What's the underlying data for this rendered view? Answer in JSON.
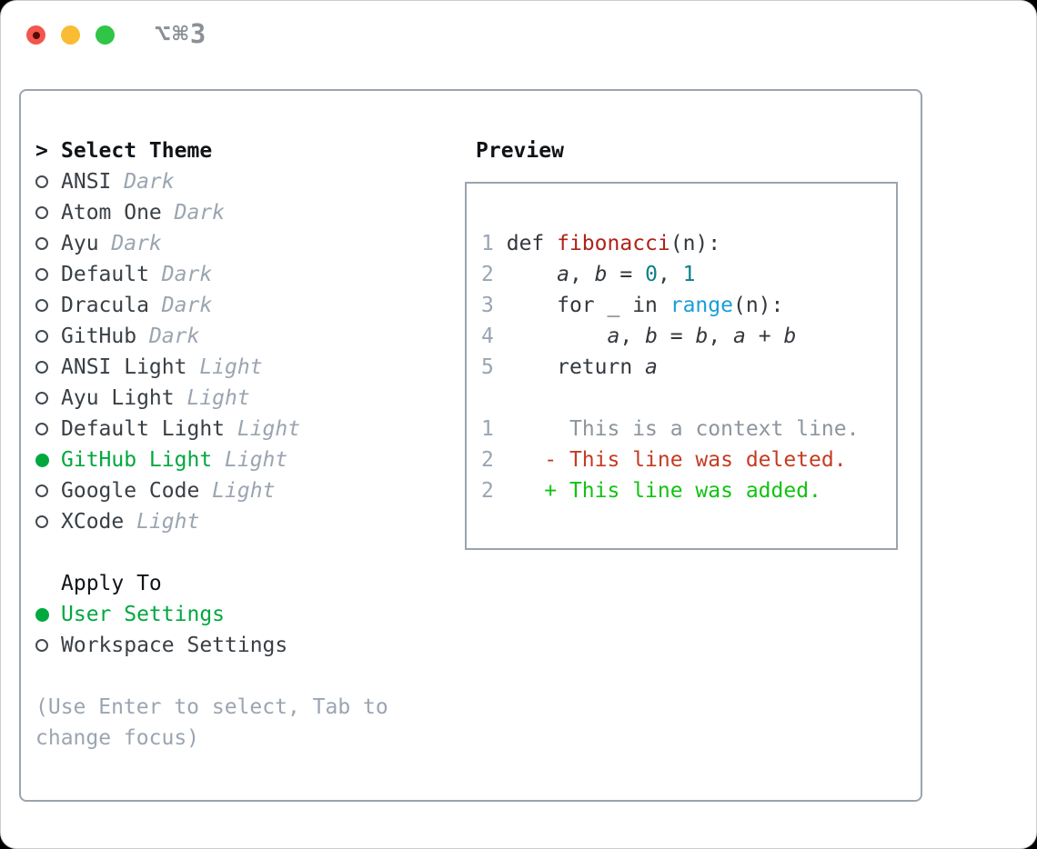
{
  "window": {
    "title": "⌥⌘3"
  },
  "theme_panel": {
    "prompt": ">",
    "title": "Select Theme",
    "themes": [
      {
        "name": "ANSI",
        "tag": "Dark",
        "selected": false
      },
      {
        "name": "Atom One",
        "tag": "Dark",
        "selected": false
      },
      {
        "name": "Ayu",
        "tag": "Dark",
        "selected": false
      },
      {
        "name": "Default",
        "tag": "Dark",
        "selected": false
      },
      {
        "name": "Dracula",
        "tag": "Dark",
        "selected": false
      },
      {
        "name": "GitHub",
        "tag": "Dark",
        "selected": false
      },
      {
        "name": "ANSI Light",
        "tag": "Light",
        "selected": false
      },
      {
        "name": "Ayu Light",
        "tag": "Light",
        "selected": false
      },
      {
        "name": "Default Light",
        "tag": "Light",
        "selected": false
      },
      {
        "name": "GitHub Light",
        "tag": "Light",
        "selected": true
      },
      {
        "name": "Google Code",
        "tag": "Light",
        "selected": false
      },
      {
        "name": "XCode",
        "tag": "Light",
        "selected": false
      }
    ],
    "apply_to": {
      "title": "Apply To",
      "options": [
        {
          "label": "User Settings",
          "selected": true
        },
        {
          "label": "Workspace Settings",
          "selected": false
        }
      ]
    },
    "hint": "(Use Enter to select, Tab to change focus)"
  },
  "preview": {
    "title": "Preview",
    "lines": [
      {
        "kind": "code",
        "n": "1",
        "segs": [
          [
            "def ",
            "pl"
          ],
          [
            "fibonacci",
            "fn"
          ],
          [
            "(n):",
            "pl"
          ]
        ]
      },
      {
        "kind": "code",
        "n": "2",
        "segs": [
          [
            "    ",
            "pl"
          ],
          [
            "a",
            "va"
          ],
          [
            ", ",
            "pl"
          ],
          [
            "b",
            "va"
          ],
          [
            " = ",
            "pl"
          ],
          [
            "0",
            "nu"
          ],
          [
            ", ",
            "pl"
          ],
          [
            "1",
            "nu"
          ]
        ]
      },
      {
        "kind": "code",
        "n": "3",
        "segs": [
          [
            "    for _ in ",
            "pl"
          ],
          [
            "range",
            "bi"
          ],
          [
            "(n):",
            "pl"
          ]
        ]
      },
      {
        "kind": "code",
        "n": "4",
        "segs": [
          [
            "        ",
            "pl"
          ],
          [
            "a",
            "va"
          ],
          [
            ", ",
            "pl"
          ],
          [
            "b",
            "va"
          ],
          [
            " = ",
            "pl"
          ],
          [
            "b",
            "va"
          ],
          [
            ", ",
            "pl"
          ],
          [
            "a",
            "va"
          ],
          [
            " + ",
            "pl"
          ],
          [
            "b",
            "va"
          ]
        ]
      },
      {
        "kind": "code",
        "n": "5",
        "segs": [
          [
            "    return ",
            "pl"
          ],
          [
            "a",
            "va"
          ]
        ]
      },
      {
        "blank": true
      },
      {
        "kind": "diff-context",
        "n": "1",
        "segs": [
          [
            "     ",
            "pl"
          ],
          [
            "This is a context line.",
            "ctx"
          ]
        ]
      },
      {
        "kind": "diff-deleted",
        "n": "2",
        "segs": [
          [
            "   ",
            "pl"
          ],
          [
            "- This line was deleted.",
            "del"
          ]
        ]
      },
      {
        "kind": "diff-added",
        "n": "2",
        "segs": [
          [
            "   ",
            "pl"
          ],
          [
            "+ This line was added.",
            "add"
          ]
        ]
      }
    ]
  },
  "colors": {
    "selected_green": "#00a83e",
    "added_green": "#12c212",
    "deleted_red": "#c53b22",
    "function_red": "#b02219",
    "number_teal": "#0e7f8b",
    "builtin_blue": "#189fd7",
    "code_text": "#33383e",
    "muted_gray": "#9ba5b1",
    "context_gray": "#8d959d",
    "border_gray": "#9ba4ae",
    "traffic_red": "#f4554c",
    "traffic_yellow": "#f9bc33",
    "traffic_green": "#30c546"
  }
}
